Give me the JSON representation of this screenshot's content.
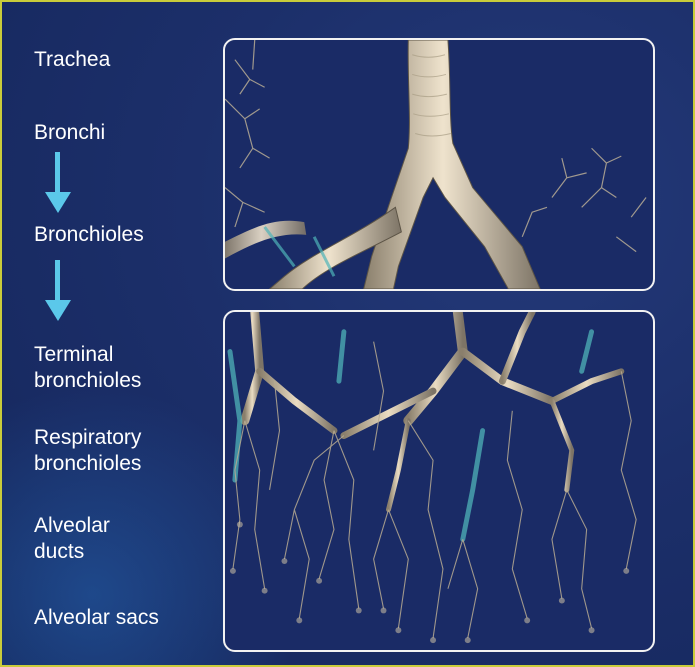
{
  "labels": {
    "trachea": "Trachea",
    "bronchi": "Bronchi",
    "bronchioles": "Bronchioles",
    "terminal_1": "Terminal",
    "terminal_2": "bronchioles",
    "respiratory_1": "Respiratory",
    "respiratory_2": "bronchioles",
    "alveolar_ducts_1": "Alveolar",
    "alveolar_ducts_2": "ducts",
    "alveolar_sacs": "Alveolar sacs"
  },
  "colors": {
    "background": "#1c2f6a",
    "border": "#c9cc3a",
    "arrow": "#5bc8ea",
    "airway": "#d8c8ad",
    "airway_tint": "#4fb3b8"
  },
  "icons": [
    "down-arrow-icon",
    "down-arrow-icon"
  ]
}
